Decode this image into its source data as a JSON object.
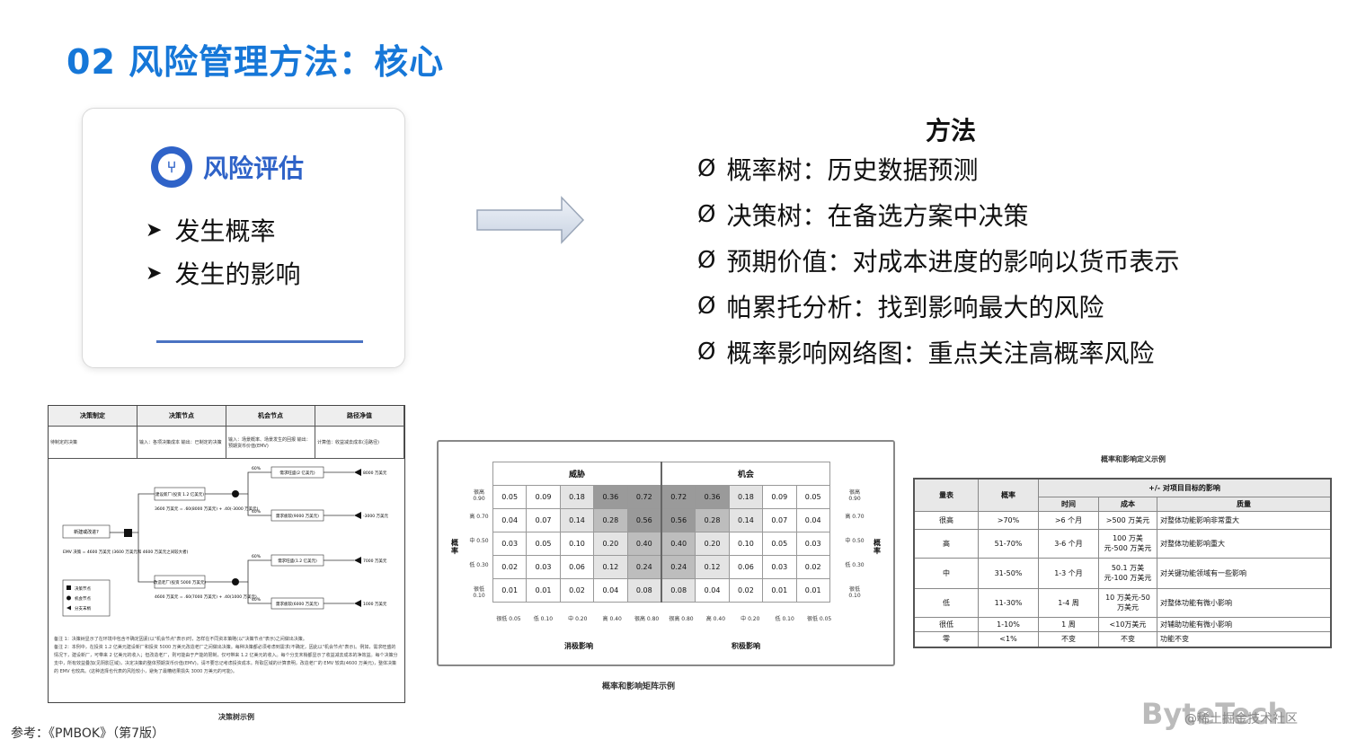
{
  "title": "02 风险管理方法：核心",
  "card": {
    "title": "风险评估",
    "items": [
      "发生概率",
      "发生的影响"
    ]
  },
  "methods": {
    "title": "方法",
    "bullet": "Ø",
    "items": [
      "概率树：历史数据预测",
      "决策树：在备选方案中决策",
      "预期价值：对成本进度的影响以货币表示",
      "帕累托分析：找到影响最大的风险",
      "概率影响网络图：重点关注高概率风险"
    ]
  },
  "tree": {
    "headers": [
      "决策制定",
      "决策节点",
      "机会节点",
      "路径净值"
    ],
    "subheaders": [
      "待制定的决策",
      "输入：各项决策成本 输出：已制定的决策",
      "输入：场景概率、场景发生的回报 输出：预期货币价值(EMV)",
      "计算值：收益减去成本(沿路径)"
    ],
    "question": "新建或改进?",
    "branch_new": "建设新厂(投资 1.2 亿美元)",
    "branch_upgrade": "改造老厂(投资 5000 万美元)",
    "new_emv": "3600 万美元 = .60(8000 万美元) + .40(-3000 万美元)",
    "upgrade_emv": "4600 万美元 = .60(7000 万美元) + .40(1000 万美元)",
    "demand_strong": "需求旺盛(2 亿美元)",
    "demand_weak": "需求疲软(9000 万美元)",
    "demand_strong2": "需求旺盛(1.2 亿美元)",
    "demand_weak2": "需求疲软(6000 万美元)",
    "p60": "60%",
    "p40": "40%",
    "v1": "8000 万美元",
    "v2": "-3000 万美元",
    "v3": "7000 万美元",
    "v4": "1000 万美元",
    "emv_note": "EMV 决策 = 4600 万美元 (3600 万美元和 4600 万美元之间较大者)",
    "legend": [
      "决策节点",
      "机会节点",
      "分支末梢"
    ],
    "notes": [
      "备注 1：决策树显示了在环境中包含不确定因素(以\"机会节点\"表示)时，怎样在不同资本策略(以\"决策节点\"表示)之间做出决策。",
      "备注 2：本例中，在投资 1.2 亿美元建设新厂和投资 5000 万美元改造老厂之间做出决策。每种决策都必须考虑到需求(不确定，因此以\"机会节点\"表示)。例如，需求旺盛的情况下，建设新厂，可带来 2 亿美元的收入；但改造老厂，则可能由于产能的限制，仅可带来 1.2 亿美元的收入。每个分支末梢都显示了收益减去成本的净效益。每个决策分支中，所有效益叠加(见阴影区域)，决定决策的整体预期货币价值(EMV)。请不要忘记考虑投资成本。所取区域的计算表明，改造老厂的 EMV 较高(4600 万美元)，整体决策的 EMV 也较高。(这种选择也代表的风险较小，避免了最糟结果损失 3000 万美元的可能)。"
    ],
    "caption": "决策树示例"
  },
  "reference": "参考：《PMBOK》（第7版）",
  "matrix": {
    "threat_label": "威胁",
    "opportunity_label": "机会",
    "row_labels": [
      "很高 0.90",
      "高 0.70",
      "中 0.50",
      "低 0.30",
      "很低 0.10"
    ],
    "row_labels_right": [
      "很高 0.90",
      "高 0.70",
      "中 0.50",
      "低 0.30",
      "很低 0.10"
    ],
    "side_left": "概率",
    "side_right": "概率",
    "col_labels": [
      "很低 0.05",
      "低 0.10",
      "中 0.20",
      "高 0.40",
      "很高 0.80",
      "很高 0.80",
      "高 0.40",
      "中 0.20",
      "低 0.10",
      "很低 0.05"
    ],
    "foot_left": "消极影响",
    "foot_right": "积极影响",
    "rows": [
      [
        "0.05",
        "0.09",
        "0.18",
        "0.36",
        "0.72",
        "0.72",
        "0.36",
        "0.18",
        "0.09",
        "0.05"
      ],
      [
        "0.04",
        "0.07",
        "0.14",
        "0.28",
        "0.56",
        "0.56",
        "0.28",
        "0.14",
        "0.07",
        "0.04"
      ],
      [
        "0.03",
        "0.05",
        "0.10",
        "0.20",
        "0.40",
        "0.40",
        "0.20",
        "0.10",
        "0.05",
        "0.03"
      ],
      [
        "0.02",
        "0.03",
        "0.06",
        "0.12",
        "0.24",
        "0.24",
        "0.12",
        "0.06",
        "0.03",
        "0.02"
      ],
      [
        "0.01",
        "0.01",
        "0.02",
        "0.04",
        "0.08",
        "0.08",
        "0.04",
        "0.02",
        "0.01",
        "0.01"
      ]
    ],
    "shades": [
      [
        0,
        0,
        1,
        3,
        3,
        3,
        3,
        1,
        0,
        0
      ],
      [
        0,
        0,
        1,
        2,
        3,
        3,
        2,
        1,
        0,
        0
      ],
      [
        0,
        0,
        0,
        1,
        2,
        2,
        1,
        0,
        0,
        0
      ],
      [
        0,
        0,
        0,
        1,
        2,
        2,
        1,
        0,
        0,
        0
      ],
      [
        0,
        0,
        0,
        0,
        1,
        1,
        0,
        0,
        0,
        0
      ]
    ],
    "colors": [
      "#ffffff",
      "#e4e4e4",
      "#bdbdbd",
      "#9a9a9a"
    ],
    "caption": "概率和影响矩阵示例"
  },
  "defs": {
    "caption": "概率和影响定义示例",
    "h_scale": "量表",
    "h_prob": "概率",
    "h_impact": "+/- 对项目目标的影响",
    "h_time": "时间",
    "h_cost": "成本",
    "h_quality": "质量",
    "rows": [
      [
        "很高",
        ">70%",
        ">6 个月",
        ">500 万美元",
        "对整体功能影响非常重大"
      ],
      [
        "高",
        "51-70%",
        "3-6 个月",
        "100 万美元-500 万美元",
        "对整体功能影响重大"
      ],
      [
        "中",
        "31-50%",
        "1-3 个月",
        "50.1 万美元-100 万美元",
        "对关键功能领域有一些影响"
      ],
      [
        "低",
        "11-30%",
        "1-4 周",
        "10 万美元-50 万美元",
        "对整体功能有微小影响"
      ],
      [
        "很低",
        "1-10%",
        "1 周",
        "<10万美元",
        "对辅助功能有微小影响"
      ],
      [
        "零",
        "<1%",
        "不变",
        "不变",
        "功能不变"
      ]
    ]
  },
  "watermark": "ByteTech",
  "watermark_sub": "@稀土掘金技术社区"
}
